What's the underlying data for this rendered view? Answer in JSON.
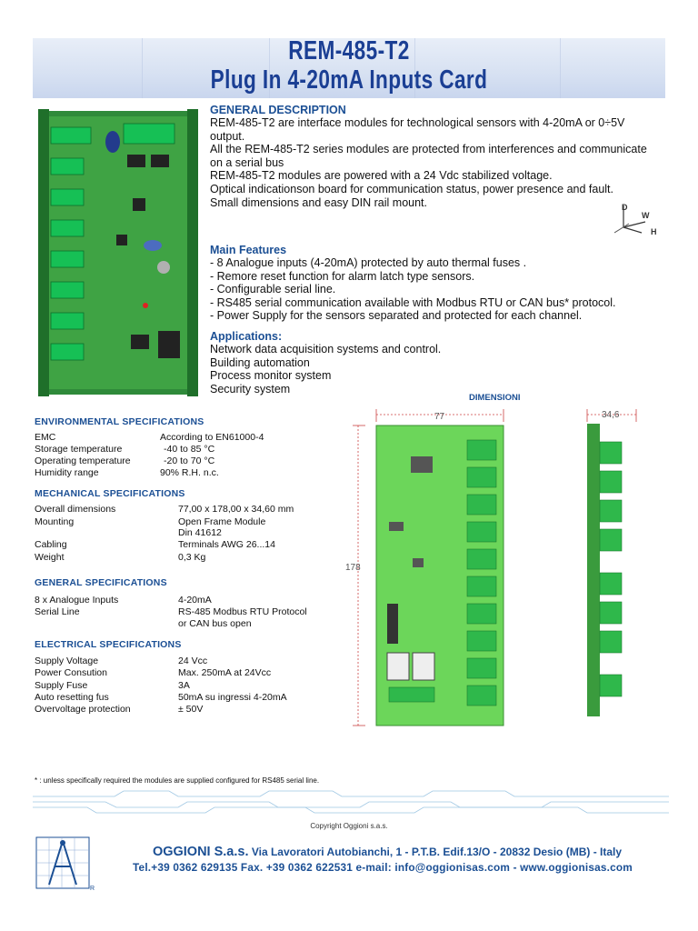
{
  "header": {
    "title_line1": "REM-485-T2",
    "title_line2": "Plug In 4-20mA Inputs Card"
  },
  "general_description": {
    "title": "GENERAL DESCRIPTION",
    "lines": [
      "REM-485-T2 are interface modules for technological sensors with 4-20mA or 0÷5V",
      "output.",
      "All the REM-485-T2 series modules are protected from interferences and communicate",
      "on a serial bus",
      "REM-485-T2 modules are powered with a 24 Vdc stabilized voltage.",
      "Optical indicationson board for communication status, power presence and fault.",
      "Small dimensions and easy DIN rail mount."
    ]
  },
  "dwh_icon": {
    "d": "D",
    "w": "W",
    "h": "H"
  },
  "main_features": {
    "title": "Main Features",
    "items": [
      "- 8  Analogue inputs (4-20mA) protected by auto thermal fuses .",
      "- Remore reset function for alarm latch type sensors.",
      "- Configurable serial line.",
      "- RS485 serial communication available with Modbus RTU or CAN bus* protocol.",
      "- Power Supply for the sensors separated and protected for each channel."
    ]
  },
  "applications": {
    "title": "Applications:",
    "items": [
      "Network data acquisition systems and control.",
      "Building automation",
      "Process monitor system",
      "Security system"
    ]
  },
  "dimensions": {
    "label": "DIMENSIONI",
    "width_label": "77",
    "height_label": "178",
    "depth_label": "34,6"
  },
  "environmental": {
    "title": "ENVIRONMENTAL SPECIFICATIONS",
    "rows": [
      {
        "k": "EMC",
        "v": "According to EN61000-4"
      },
      {
        "k": "Storage temperature",
        "v": "-40 to 85 °C"
      },
      {
        "k": "Operating temperature",
        "v": "-20 to 70 °C"
      },
      {
        "k": "Humidity range",
        "v": "90% R.H. n.c."
      }
    ]
  },
  "mechanical": {
    "title": "MECHANICAL SPECIFICATIONS",
    "rows": [
      {
        "k": "Overall dimensions",
        "v": "77,00 x 178,00 x 34,60 mm"
      },
      {
        "k": "Mounting",
        "v": "Open Frame Module"
      },
      {
        "k": "",
        "v": "Din 41612"
      },
      {
        "k": "Cabling",
        "v": "Terminals AWG 26...14"
      },
      {
        "k": "Weight",
        "v": "0,3 Kg"
      }
    ]
  },
  "general_specs": {
    "title": "GENERAL SPECIFICATIONS",
    "rows": [
      {
        "k": "8 x Analogue Inputs",
        "v": "4-20mA"
      },
      {
        "k": "Serial Line",
        "v": "RS-485 Modbus RTU Protocol"
      },
      {
        "k": "",
        "v": "or CAN bus open"
      }
    ]
  },
  "electrical": {
    "title": "ELECTRICAL SPECIFICATIONS",
    "rows": [
      {
        "k": "Supply Voltage",
        "v": "24 Vcc"
      },
      {
        "k": "Power Consution",
        "v": "Max. 250mA at 24Vcc"
      },
      {
        "k": "Supply Fuse",
        "v": "3A"
      },
      {
        "k": "Auto resetting fus",
        "v": "50mA su ingressi 4-20mA"
      },
      {
        "k": "Overvoltage protection",
        "v": "± 50V"
      }
    ]
  },
  "footnote": "* : unless specifically required the modules are supplied configured for RS485 serial line.",
  "copyright": "Copyright Oggioni s.a.s.",
  "company": {
    "name": "OGGIONI S.a.s.",
    "address": " Via Lavoratori Autobianchi, 1 -  P.T.B. Edif.13/O - 20832 Desio (MB) - Italy",
    "contact": "Tel.+39 0362 629135  Fax. +39 0362 622531   e-mail: info@oggionisas.com -  www.oggionisas.com",
    "logo_mark": "R"
  }
}
